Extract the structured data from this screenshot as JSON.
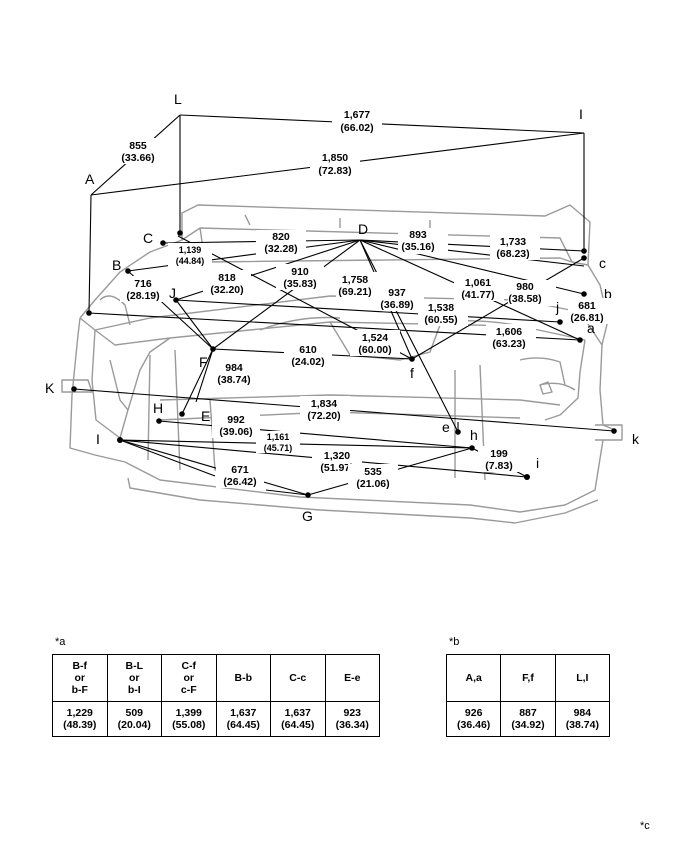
{
  "points": {
    "L": "L",
    "I_top": "I",
    "A": "A",
    "C": "C",
    "B": "B",
    "J": "J",
    "D": "D",
    "c": "c",
    "b": "b",
    "j": "j",
    "a": "a",
    "F": "F",
    "f": "f",
    "K": "K",
    "H": "H",
    "E": "E",
    "I_low": "I",
    "e": "e",
    "h": "h",
    "k": "k",
    "i": "i",
    "G": "G"
  },
  "dimensions": {
    "LI_top": [
      "1,677",
      "(66.02)"
    ],
    "AL": [
      "855",
      "(33.66)"
    ],
    "AI_top": [
      "1,850",
      "(72.83)"
    ],
    "CD": [
      "820",
      "(32.28)"
    ],
    "Ci": [
      "1,139",
      "(44.84)"
    ],
    "Dc": [
      "893",
      "(35.16)"
    ],
    "Dc2": [
      "1,733",
      "(68.23)"
    ],
    "BF": [
      "716",
      "(28.19)"
    ],
    "JF": [
      "818",
      "(32.20)"
    ],
    "DJ": [
      "910",
      "(35.83)"
    ],
    "Da": [
      "1,758",
      "(69.21)"
    ],
    "De": [
      "937",
      "(36.89)"
    ],
    "Db": [
      "1,061",
      "(41.77)"
    ],
    "fc": [
      "980",
      "(38.58)"
    ],
    "Ab": [
      "681",
      "(26.81)"
    ],
    "Jj": [
      "1,538",
      "(60.55)"
    ],
    "Df": [
      "1,524",
      "(60.00)"
    ],
    "Aa": [
      "1,606",
      "(63.23)"
    ],
    "Ff": [
      "610",
      "(24.02)"
    ],
    "FD": [
      "984",
      "(38.74)"
    ],
    "Kk": [
      "1,834",
      "(72.20)"
    ],
    "Hh": [
      "992",
      "(39.06)"
    ],
    "Ii": [
      "1,161",
      "(45.71)"
    ],
    "Ih": [
      "1,320",
      "(51.97)"
    ],
    "hi": [
      "199",
      "(7.83)"
    ],
    "IG": [
      "671",
      "(26.42)"
    ],
    "Gh": [
      "535",
      "(21.06)"
    ]
  },
  "notes": {
    "table_a": "*a",
    "table_b": "*b",
    "figure": "*c"
  },
  "table_a": {
    "headers": [
      [
        "B-f",
        "or",
        "b-F"
      ],
      [
        "B-L",
        "or",
        "b-I"
      ],
      [
        "C-f",
        "or",
        "c-F"
      ],
      [
        "B-b"
      ],
      [
        "C-c"
      ],
      [
        "E-e"
      ]
    ],
    "values": [
      [
        "1,229",
        "(48.39)"
      ],
      [
        "509",
        "(20.04)"
      ],
      [
        "1,399",
        "(55.08)"
      ],
      [
        "1,637",
        "(64.45)"
      ],
      [
        "1,637",
        "(64.45)"
      ],
      [
        "923",
        "(36.34)"
      ]
    ]
  },
  "table_b": {
    "headers": [
      [
        "A,a"
      ],
      [
        "F,f"
      ],
      [
        "L,I"
      ]
    ],
    "values": [
      [
        "926",
        "(36.46)"
      ],
      [
        "887",
        "(34.92)"
      ],
      [
        "984",
        "(38.74)"
      ]
    ]
  }
}
